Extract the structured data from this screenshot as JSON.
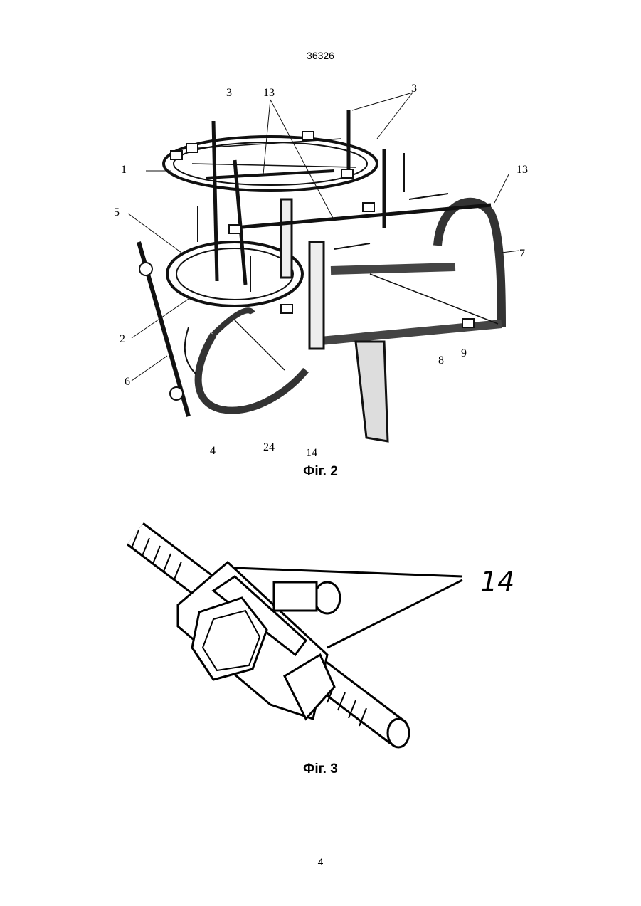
{
  "header": {
    "patent_number": "36326"
  },
  "figures": [
    {
      "caption": "Фіг. 2",
      "labels": {
        "l3a": "3",
        "l13a": "13",
        "l3b": "3",
        "l1": "1",
        "l13b": "13",
        "l5": "5",
        "l7": "7",
        "l2": "2",
        "l9": "9",
        "l8": "8",
        "l6": "6",
        "l4": "4",
        "l24": "24",
        "l14": "14"
      }
    },
    {
      "caption": "Фіг. 3",
      "labels": {
        "l14": "14"
      }
    }
  ],
  "footer": {
    "page_number": "4"
  }
}
